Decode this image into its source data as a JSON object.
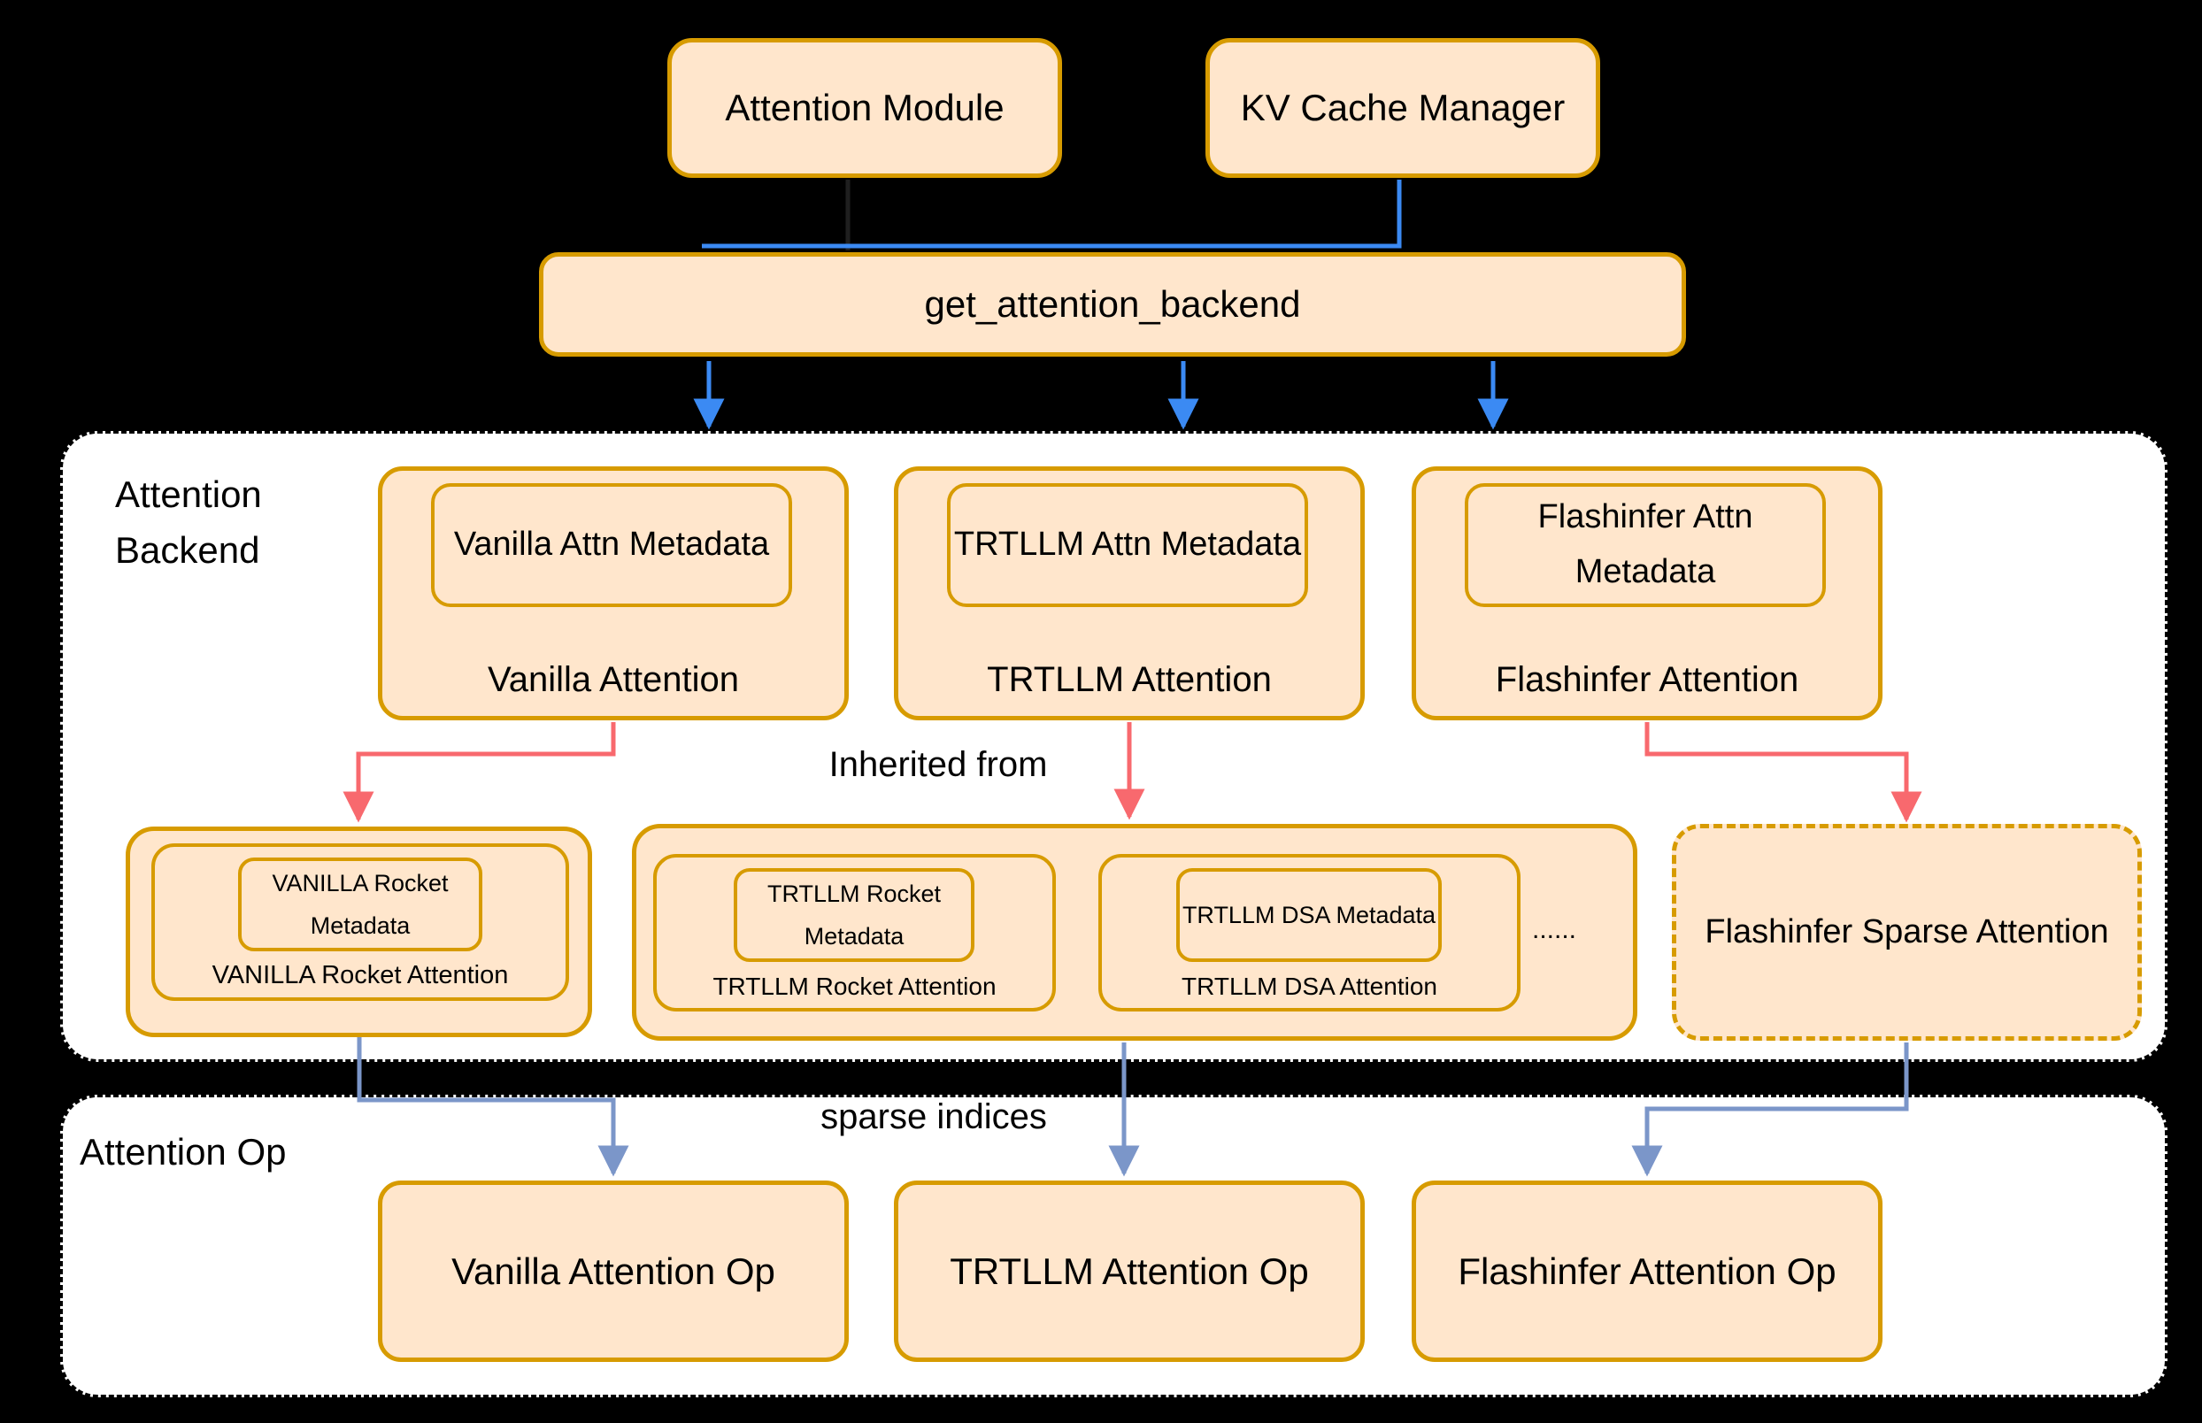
{
  "colors": {
    "background": "#000000",
    "panel_bg": "#ffffff",
    "panel_border": "#000000",
    "box_fill": "#ffe6cc",
    "box_border": "#d79b00",
    "arrow_blue": "#3b8af3",
    "arrow_red": "#f8696e",
    "arrow_slate": "#7b96c9",
    "text": "#000000"
  },
  "top": {
    "attention_module": "Attention Module",
    "kv_cache_manager": "KV Cache Manager",
    "get_attention_backend": "get_attention_backend"
  },
  "backend_panel": {
    "label_line1": "Attention",
    "label_line2": "Backend",
    "inherited_label": "Inherited from",
    "backends": [
      {
        "metadata": "Vanilla Attn Metadata",
        "name": "Vanilla Attention"
      },
      {
        "metadata": "TRTLLM Attn Metadata",
        "name": "TRTLLM Attention"
      },
      {
        "metadata": "Flashinfer Attn Metadata",
        "name": "Flashinfer Attention"
      }
    ],
    "derived": {
      "vanilla_rocket": {
        "metadata": "VANILLA Rocket Metadata",
        "name": "VANILLA Rocket Attention"
      },
      "trtllm_group": [
        {
          "metadata": "TRTLLM Rocket Metadata",
          "name": "TRTLLM Rocket Attention"
        },
        {
          "metadata": "TRTLLM DSA Metadata",
          "name": "TRTLLM DSA Attention"
        }
      ],
      "ellipsis": "......",
      "flashinfer_sparse": "Flashinfer Sparse Attention"
    }
  },
  "op_panel": {
    "label": "Attention Op",
    "sparse_indices_label": "sparse indices",
    "ops": [
      "Vanilla Attention Op",
      "TRTLLM Attention Op",
      "Flashinfer Attention Op"
    ]
  }
}
